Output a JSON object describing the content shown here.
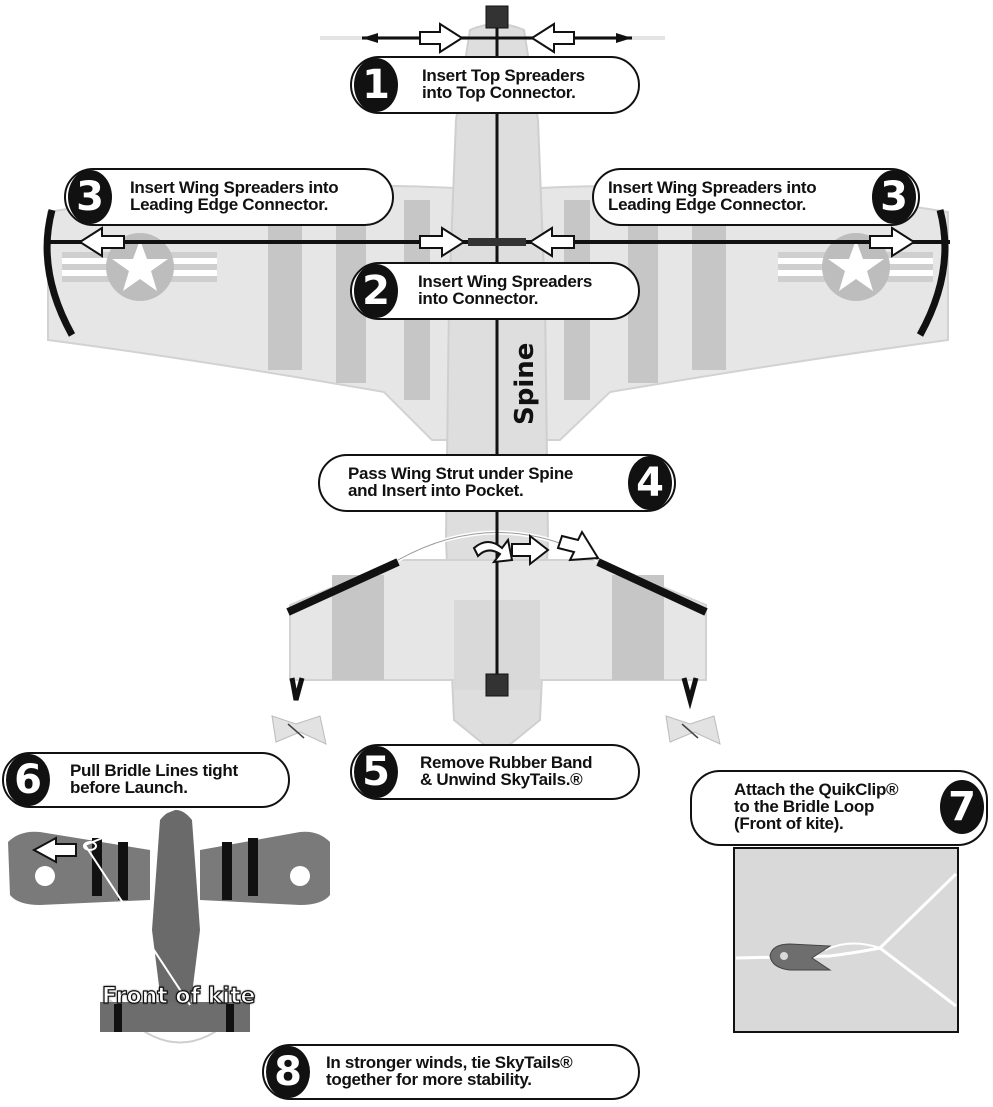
{
  "colors": {
    "ink": "#111111",
    "plane_light": "#e6e6e6",
    "plane_stripe": "#c4c4c4",
    "plane_dark": "#6f6f6f",
    "photo_bg": "#d9d9d9"
  },
  "steps": [
    {
      "number": "1",
      "line1": "Insert Top Spreaders",
      "line2": "into Top Connector."
    },
    {
      "number": "2",
      "line1": "Insert Wing Spreaders",
      "line2": "into Connector."
    },
    {
      "number": "3",
      "line1": "Insert Wing Spreaders into",
      "line2": "Leading Edge Connector."
    },
    {
      "number": "3",
      "line1": "Insert Wing Spreaders into",
      "line2": "Leading Edge Connector."
    },
    {
      "number": "4",
      "line1": "Pass Wing Strut under Spine",
      "line2": "and Insert into Pocket."
    },
    {
      "number": "5",
      "line1": "Remove Rubber Band",
      "line2": "& Unwind SkyTails.®"
    },
    {
      "number": "6",
      "line1": "Pull Bridle Lines tight",
      "line2": "before Launch."
    },
    {
      "number": "7",
      "line1": "Attach the QuikClip®",
      "line2": "to the  Bridle Loop",
      "line3": "(Front of kite)."
    },
    {
      "number": "8",
      "line1": "In stronger winds, tie SkyTails®",
      "line2": "together for more stability."
    }
  ],
  "labels": {
    "spine": "Spine",
    "front_of_kite": "Front of kite"
  },
  "icons": [
    "arrow-icon",
    "star-insignia-icon",
    "quikclip-icon",
    "skytail-icon"
  ]
}
